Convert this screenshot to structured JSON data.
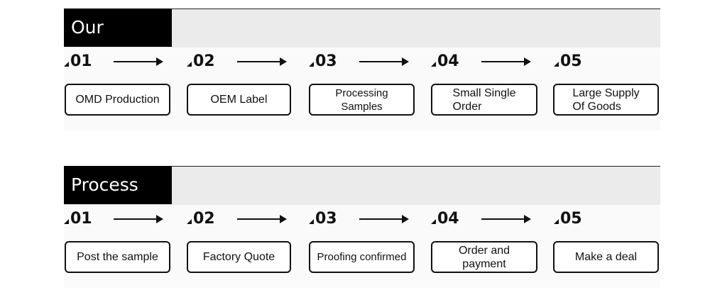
{
  "sections": [
    {
      "title": "Our Service",
      "steps": [
        {
          "number": "01",
          "label": "OMD Production"
        },
        {
          "number": "02",
          "label": "OEM Label"
        },
        {
          "number": "03",
          "label": "Processing  Samples"
        },
        {
          "number": "04",
          "label": "Small Single\nOrder"
        },
        {
          "number": "05",
          "label": "Large Supply\nOf Goods"
        }
      ]
    },
    {
      "title": "Process Flow",
      "steps": [
        {
          "number": "01",
          "label": "Post the sample"
        },
        {
          "number": "02",
          "label": "Factory Quote"
        },
        {
          "number": "03",
          "label": "Proofing confirmed"
        },
        {
          "number": "04",
          "label": "Order and\npayment"
        },
        {
          "number": "05",
          "label": "Make a deal"
        }
      ]
    }
  ],
  "colors": {
    "band": "#ebebeb",
    "tab": "#000000",
    "ink": "#111111"
  }
}
